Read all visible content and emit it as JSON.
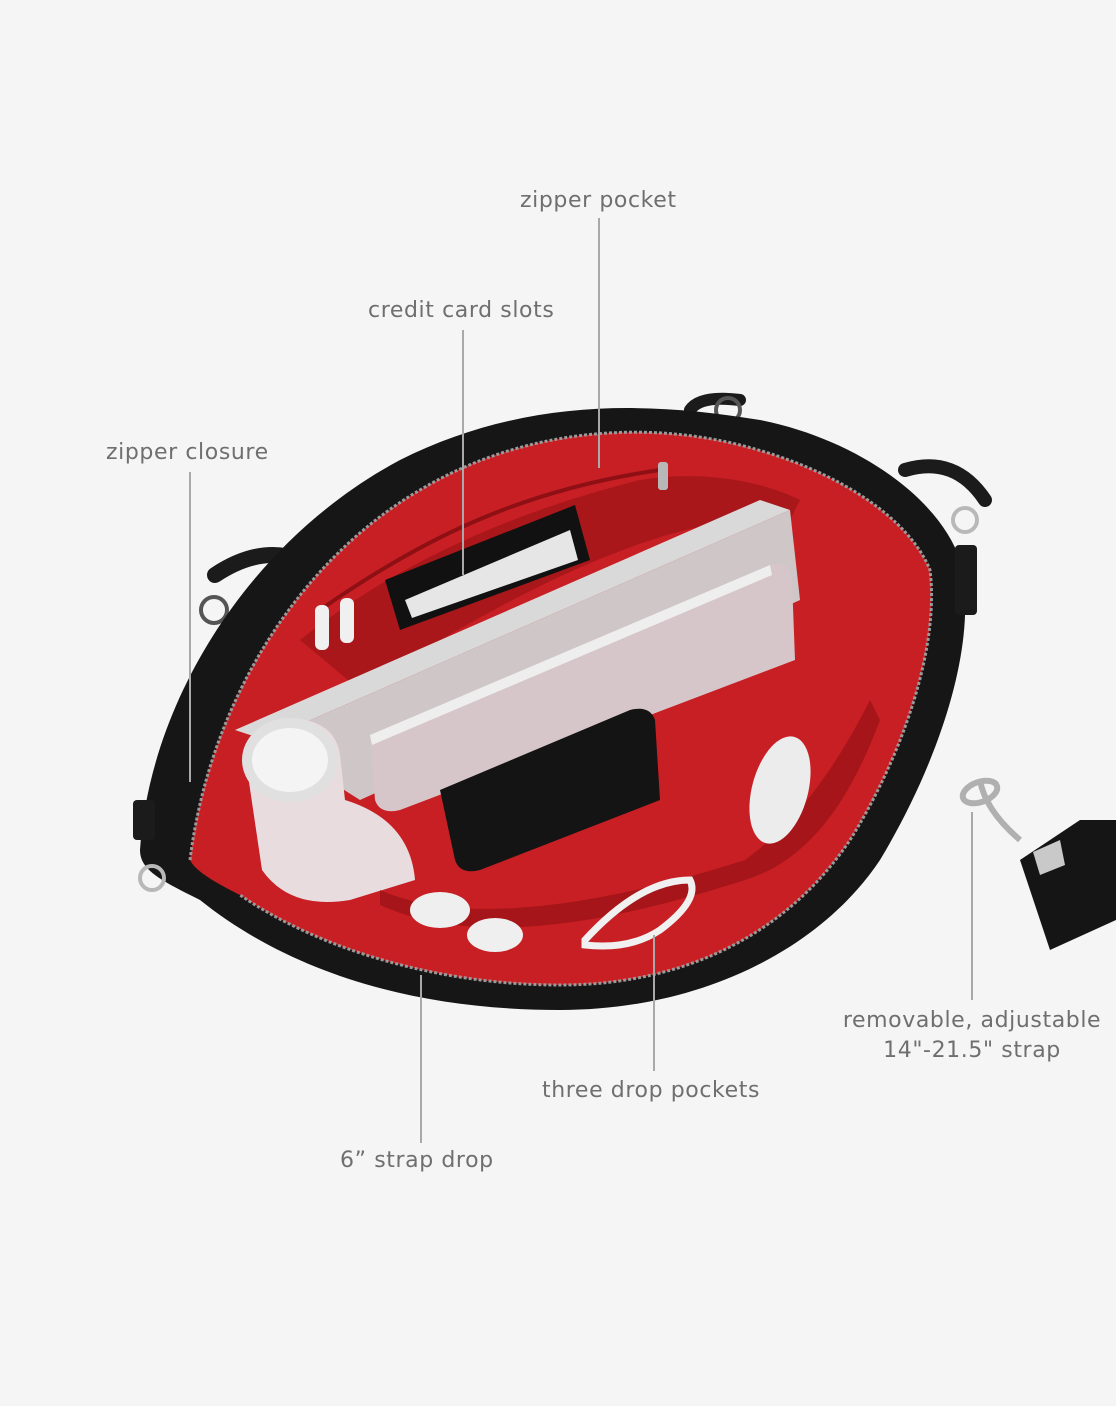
{
  "diagram": {
    "labels": {
      "zipper_pocket": "zipper pocket",
      "credit_card_slots": "credit card slots",
      "zipper_closure": "zipper closure",
      "removable_strap_line1": "removable, adjustable",
      "removable_strap_line2": "14\"-21.5\" strap",
      "three_drop_pockets": "three drop pockets",
      "strap_drop": "6” strap drop"
    },
    "colors": {
      "background": "#f5f5f5",
      "label_text": "#6f6f6f",
      "leader_line": "#a9a9a9",
      "bag_leather": "#161616",
      "lining": "#c81f24",
      "lining_dark": "#8f1014",
      "zipper": "#9a9a9a",
      "hardware": "#b8b8b8"
    }
  }
}
